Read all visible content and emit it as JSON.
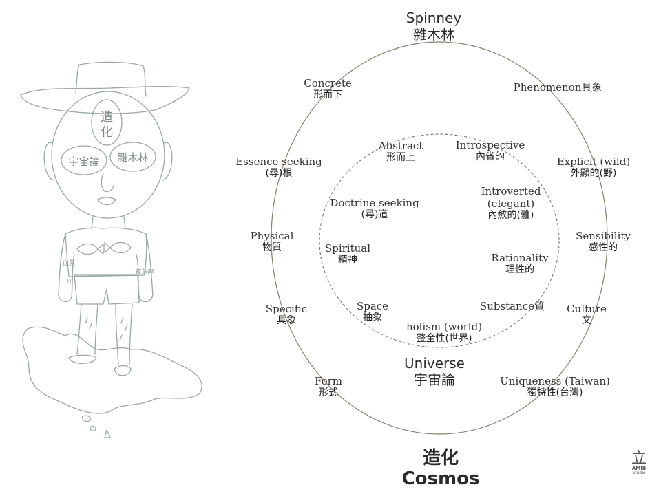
{
  "figure": {
    "face_center_text": "造\n化",
    "left_eye_text": "宇宙論",
    "right_eye_text": "雜木林",
    "left_arm_text": "血型\nB",
    "right_arm_text": "双魚座"
  },
  "outer_top": {
    "en": "Spinney",
    "zh": "雜木林"
  },
  "center": {
    "en": "Universe",
    "zh": "宇宙論"
  },
  "bottom": {
    "zh": "造化",
    "en": "Cosmos"
  },
  "outer_labels": [
    {
      "en": "Concrete",
      "zh": "形而下"
    },
    {
      "en": "Phenomenon具象",
      "zh": ""
    },
    {
      "en": "Essence seeking",
      "zh": "(尋)根"
    },
    {
      "en": "Explicit (wild)",
      "zh": "外顯的(野)"
    },
    {
      "en": "Physical",
      "zh": "物質"
    },
    {
      "en": "Sensibility",
      "zh": "感性的"
    },
    {
      "en": "Specific",
      "zh": "具象"
    },
    {
      "en": "Culture",
      "zh": "文"
    },
    {
      "en": "Form",
      "zh": "形式"
    },
    {
      "en": "Uniqueness (Taiwan)",
      "zh": "獨特性(台灣)"
    }
  ],
  "inner_labels": [
    {
      "en": "Abstract",
      "zh": "形而上"
    },
    {
      "en": "Introspective",
      "zh": "內省的"
    },
    {
      "en": "Doctrine seeking",
      "zh": "(尋)道"
    },
    {
      "en": "Introverted\n(elegant)",
      "zh": "內斂的(雅)"
    },
    {
      "en": "Spiritual",
      "zh": "精神"
    },
    {
      "en": "Rationality",
      "zh": "理性的"
    },
    {
      "en": "Space",
      "zh": "抽象"
    },
    {
      "en": "Substance質",
      "zh": ""
    },
    {
      "en": "holism (world)",
      "zh": "整全性(世界)"
    }
  ],
  "logo": {
    "mark": "立",
    "brand": "AMBI",
    "sub": "Studio"
  },
  "colors": {
    "outer_ellipse": "#8a7d6a",
    "inner_ellipse": "#777777",
    "sketch_line": "#9aa8a4"
  }
}
